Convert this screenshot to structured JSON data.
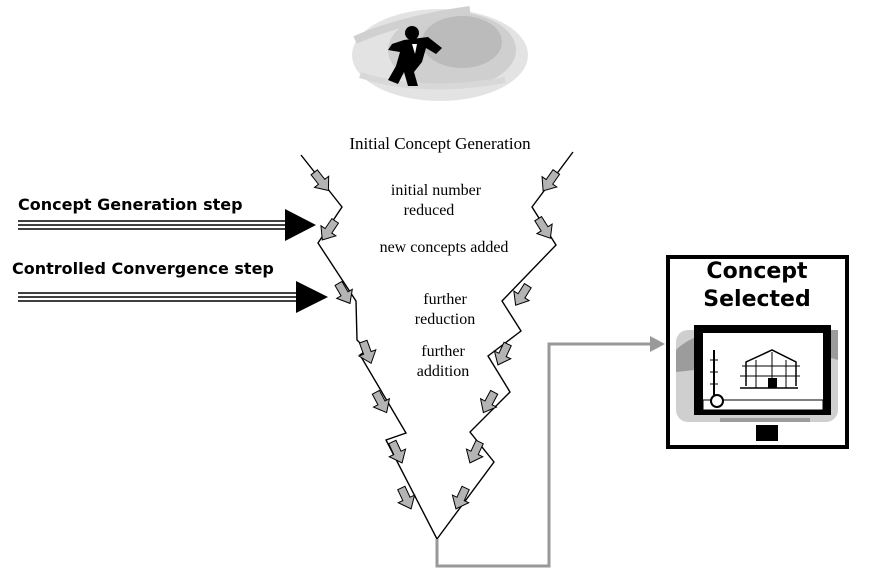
{
  "top_label": "Initial Concept Generation",
  "annotations": {
    "initial_reduced_line1": "initial number",
    "initial_reduced_line2": "reduced",
    "new_concepts": "new concepts added",
    "further_reduction_line1": "further",
    "further_reduction_line2": "reduction",
    "further_addition_line1": "further",
    "further_addition_line2": "addition"
  },
  "steps": {
    "generation": "Concept Generation step",
    "convergence": "Controlled Convergence step"
  },
  "selected": {
    "line1": "Concept",
    "line2": "Selected"
  },
  "icons": {
    "top_image": "businessman-icon",
    "selected_image": "blueprint-house-icon",
    "funnel_arrows": "gray-arrow-icon"
  },
  "colors": {
    "arrow_fill": "#b4b4b4",
    "connector": "#999999",
    "line": "#000000"
  }
}
